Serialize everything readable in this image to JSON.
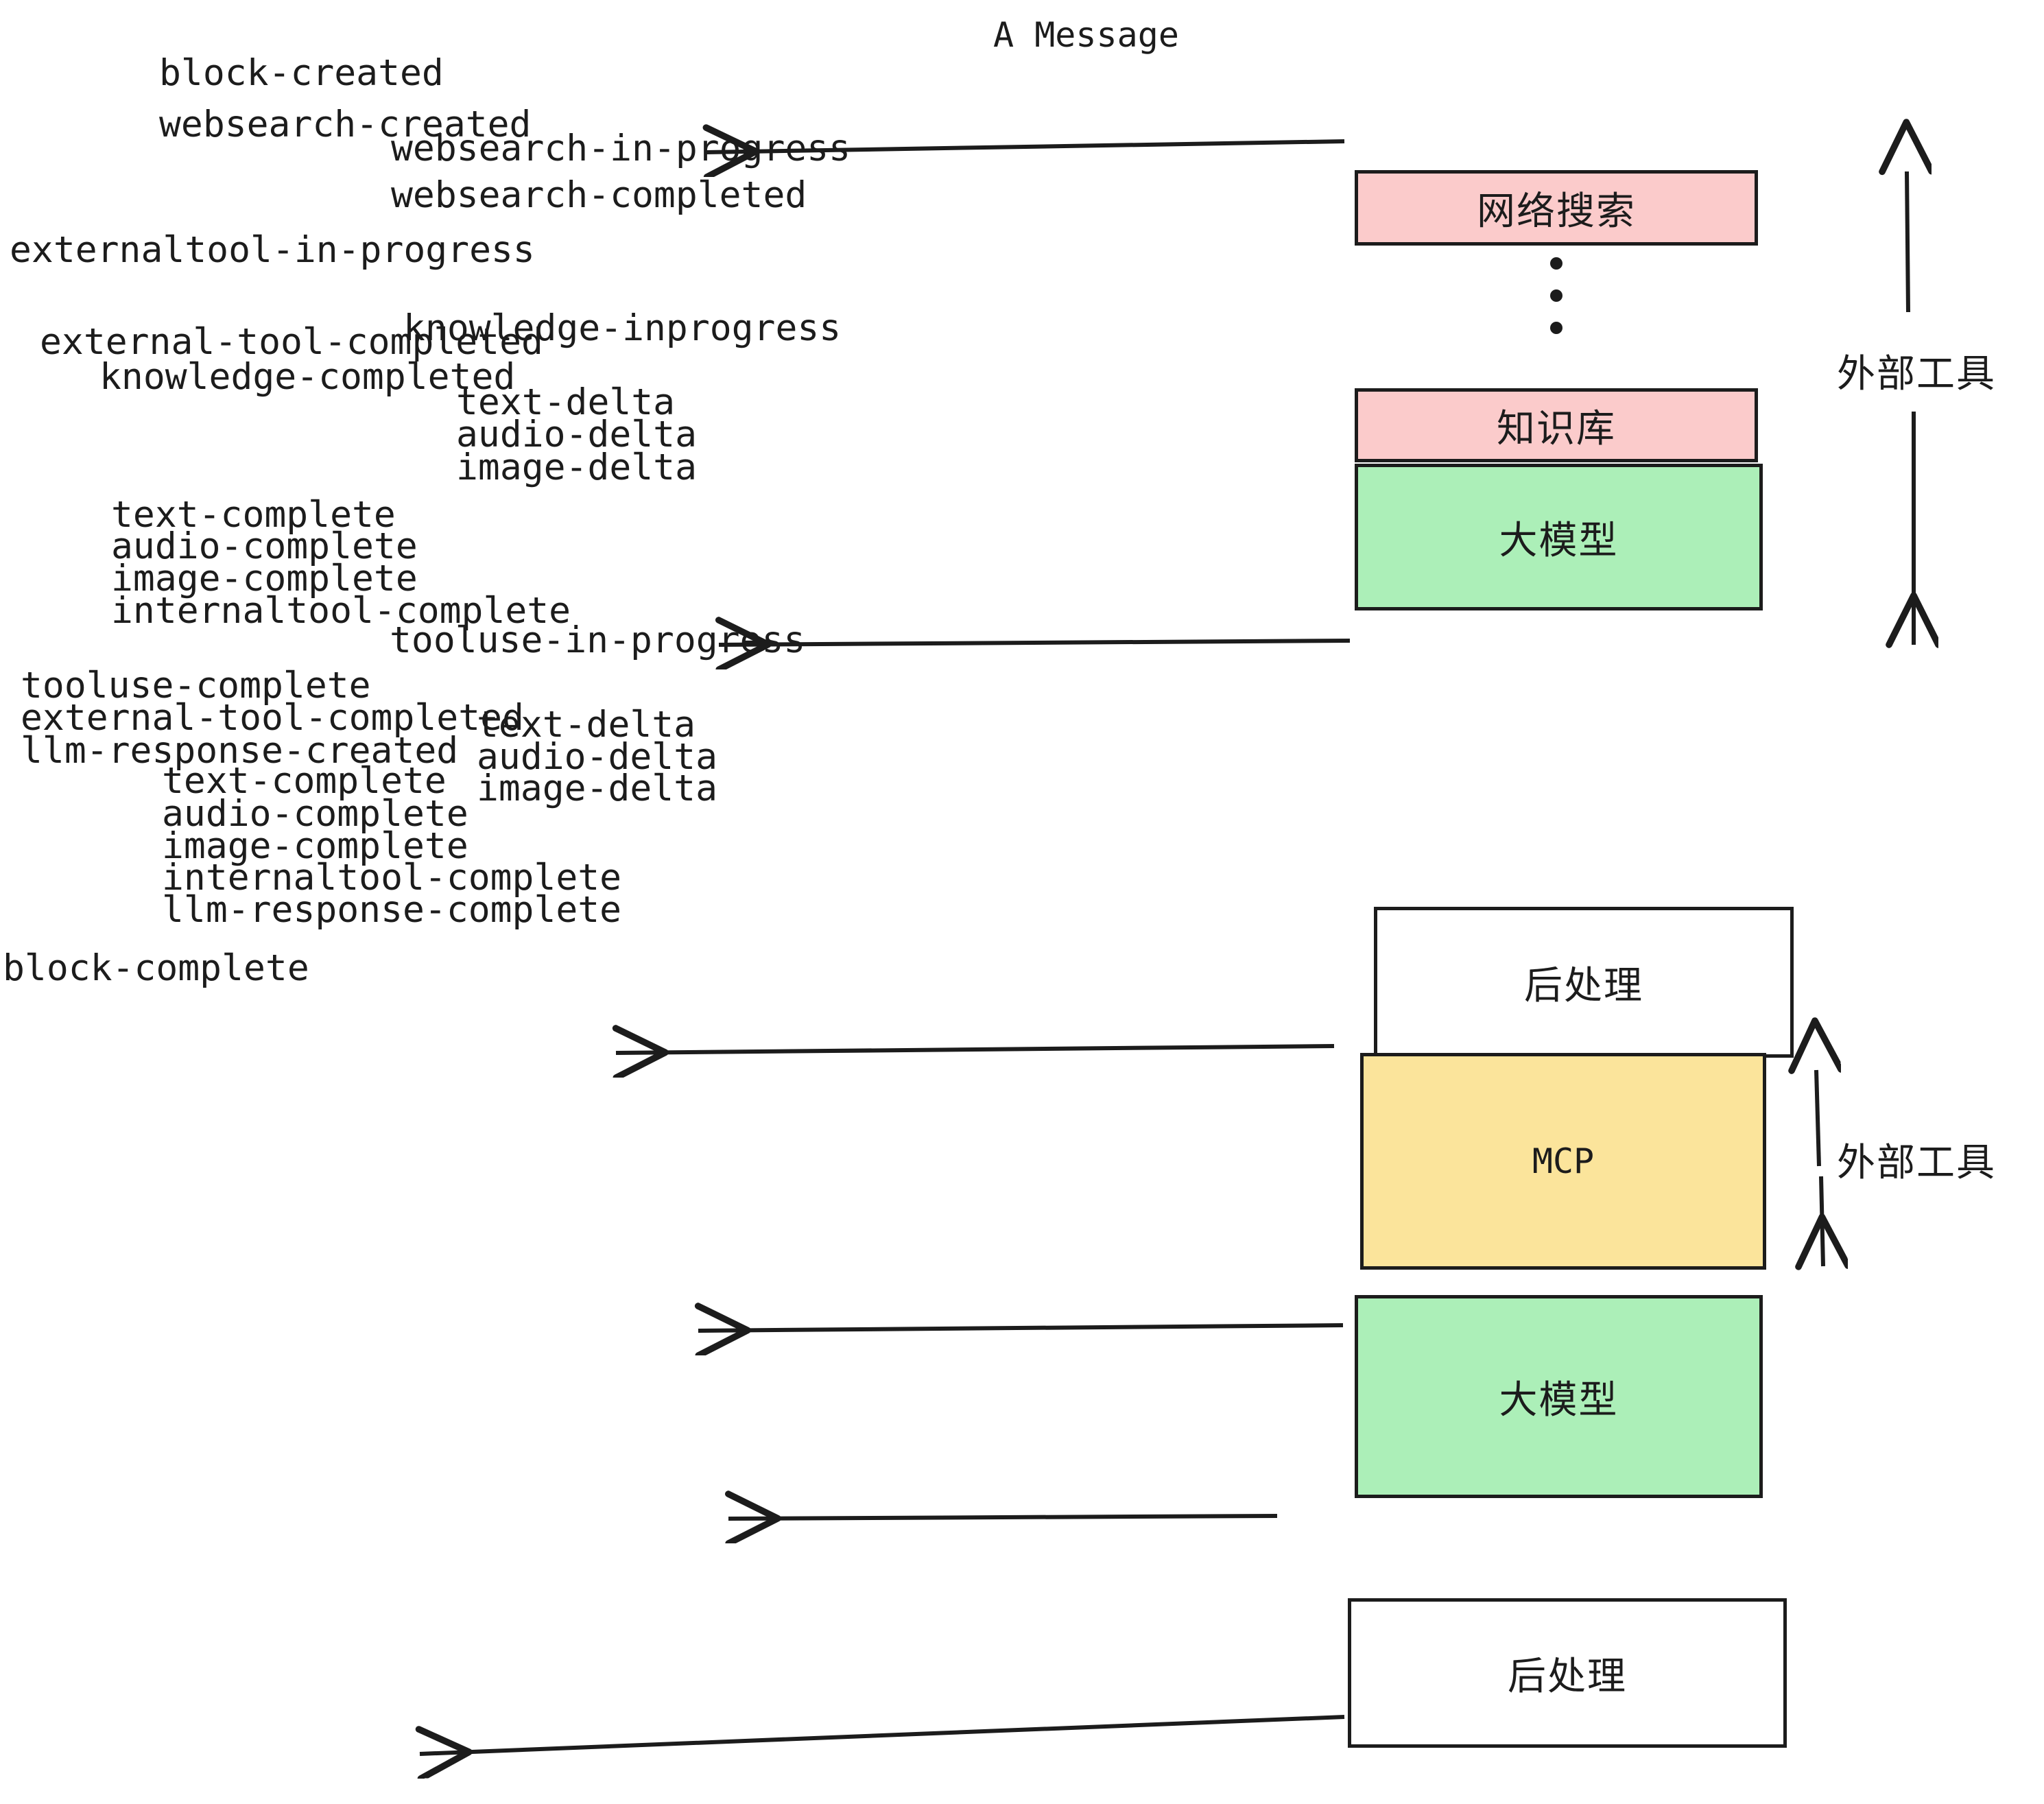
{
  "title": "A Message",
  "colors": {
    "pink": "#FBCBCB",
    "green": "#ACEFB8",
    "yellow": "#FBE49B",
    "white": "#FFFFFF",
    "stroke": "#1C1C1C",
    "background": "#FFFFFF"
  },
  "boxes": [
    {
      "id": "websearch",
      "label": "网络搜索",
      "fill": "pink",
      "script": "cjk"
    },
    {
      "id": "knowledgebase",
      "label": "知识库",
      "fill": "pink",
      "script": "cjk"
    },
    {
      "id": "llm-1",
      "label": "大模型",
      "fill": "green",
      "script": "cjk"
    },
    {
      "id": "postprocess-1",
      "label": "后处理",
      "fill": "white",
      "script": "cjk"
    },
    {
      "id": "mcp",
      "label": "MCP",
      "fill": "yellow",
      "script": "latin"
    },
    {
      "id": "llm-2",
      "label": "大模型",
      "fill": "green",
      "script": "cjk"
    },
    {
      "id": "postprocess-2",
      "label": "后处理",
      "fill": "white",
      "script": "cjk"
    }
  ],
  "side_labels": [
    {
      "id": "external-tools-top",
      "label": "外部工具"
    },
    {
      "id": "external-tools-bottom",
      "label": "外部工具"
    }
  ],
  "events": {
    "block_created": "block-created",
    "websearch_created": "websearch-created",
    "websearch_in_progress": "websearch-in-progress",
    "websearch_completed": "websearch-completed",
    "externaltool_in_progress": "externaltool-in-progress",
    "knowledge_inprogress": "knowledge-inprogress",
    "external_tool_completed_1": "external-tool-completed",
    "knowledge_completed": "knowledge-completed",
    "text_delta_1": "text-delta",
    "audio_delta_1": "audio-delta",
    "image_delta_1": "image-delta",
    "text_complete_1": "text-complete",
    "audio_complete_1": "audio-complete",
    "image_complete_1": "image-complete",
    "internaltool_complete_1": "internaltool-complete",
    "tooluse_in_progress": "tooluse-in-progress",
    "tooluse_complete": "tooluse-complete",
    "external_tool_completed_2": "external-tool-completed",
    "llm_response_created": "llm-response-created",
    "text_delta_2": "text-delta",
    "audio_delta_2": "audio-delta",
    "image_delta_2": "image-delta",
    "text_complete_2": "text-complete",
    "audio_complete_2": "audio-complete",
    "image_complete_2": "image-complete",
    "internaltool_complete_2": "internaltool-complete",
    "llm_response_complete": "llm-response-complete",
    "block_complete": "block-complete"
  }
}
